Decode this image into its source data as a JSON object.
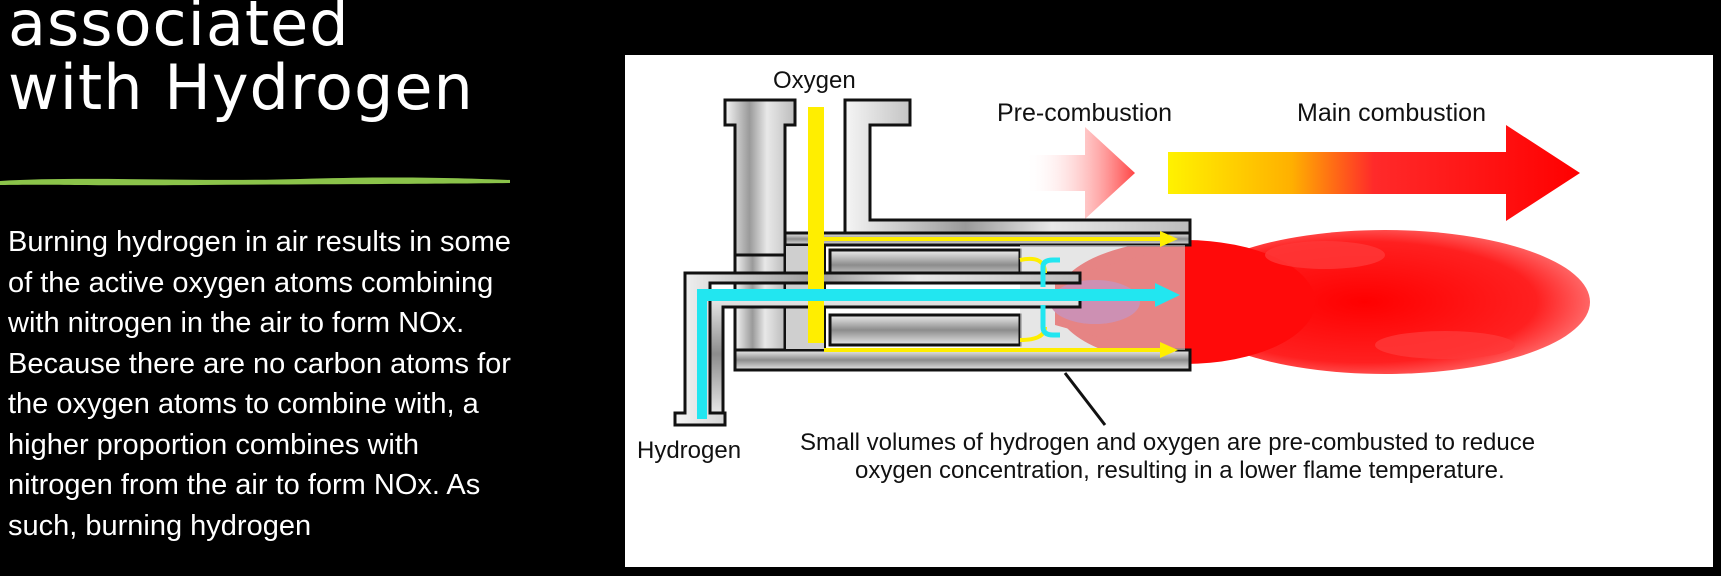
{
  "slide": {
    "title_lines": [
      "associated",
      "with Hydrogen"
    ],
    "body": "Burning hydrogen in air results in some of the active oxygen atoms combining with nitrogen in the air to form NOx. Because there are no carbon atoms for the oxygen atoms to combine with, a higher proportion combines with nitrogen from the air to form NOx. As such, burning hydrogen",
    "accent_color": "#8bc34a"
  },
  "diagram": {
    "label_oxygen": "Oxygen",
    "label_hydrogen": "Hydrogen",
    "label_precombustion": "Pre-combustion",
    "label_main_combustion": "Main combustion",
    "caption_line1": "Small volumes of hydrogen and oxygen are pre-combusted to reduce",
    "caption_line2": "oxygen concentration, resulting in a lower flame temperature.",
    "colors": {
      "oxygen": "#ffee00",
      "hydrogen": "#22e6f0",
      "flame": "#ff1a1a"
    }
  }
}
